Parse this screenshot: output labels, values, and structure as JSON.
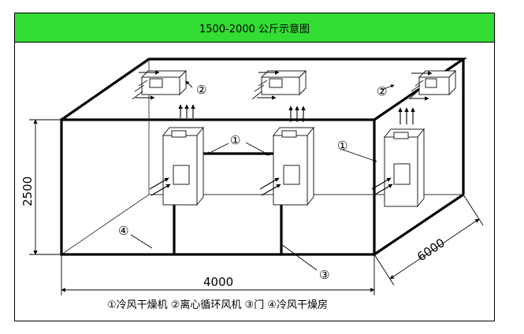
{
  "title": "1500-2000  公斤示意图",
  "dimensions": {
    "height": "2500",
    "width": "4000",
    "depth": "6000"
  },
  "callouts": {
    "cold_dryer": "①",
    "fan": "②",
    "door": "③",
    "room": "④"
  },
  "legend": "①冷风干燥机 ②离心循环风机 ③门 ④冷风干燥房",
  "colors": {
    "header_bg": "#33dd33",
    "line": "#000000",
    "thin_line": "#222222"
  }
}
